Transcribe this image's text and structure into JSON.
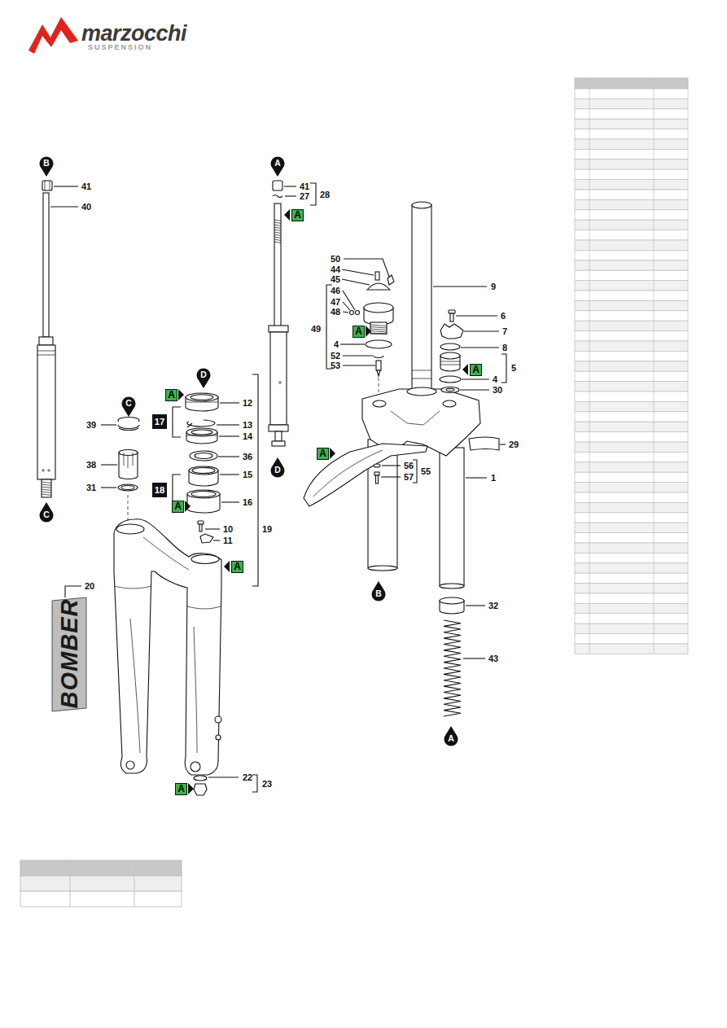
{
  "diagram": {
    "nodes": [
      {
        "text": [
          "B"
        ]
      },
      {
        "text": [
          "A"
        ]
      },
      {
        "text": [
          "A"
        ]
      },
      {
        "text": [
          "A"
        ]
      },
      {
        "text": [
          "A"
        ]
      },
      {
        "text": [
          "D"
        ]
      },
      {
        "text": [
          "A"
        ]
      },
      {
        "text": [
          "C"
        ]
      },
      {
        "text": [
          "17"
        ]
      },
      {
        "text": [
          "A"
        ]
      },
      {
        "text": [
          "D"
        ]
      },
      {
        "text": [
          "18"
        ]
      },
      {
        "text": [
          "A"
        ]
      },
      {
        "text": [
          "C"
        ]
      },
      {
        "text": [
          "A"
        ]
      },
      {
        "text": [
          "B"
        ]
      },
      {
        "text": [
          "A"
        ]
      },
      {
        "text": [
          "A"
        ]
      }
    ],
    "labels": [
      "marzocchi",
      "SUSPENSION",
      "41",
      "40",
      "39",
      "38",
      "31",
      "20",
      "BOMBER",
      "12",
      "13",
      "14",
      "36",
      "15",
      "16",
      "10",
      "11",
      "19",
      "22",
      "23",
      "41",
      "27",
      "28",
      "50",
      "44",
      "45",
      "46",
      "47",
      "48",
      "49",
      "4",
      "52",
      "53",
      "9",
      "6",
      "7",
      "8",
      "5",
      "4",
      "30",
      "29",
      "56",
      "57",
      "55",
      "1",
      "32",
      "43"
    ]
  }
}
